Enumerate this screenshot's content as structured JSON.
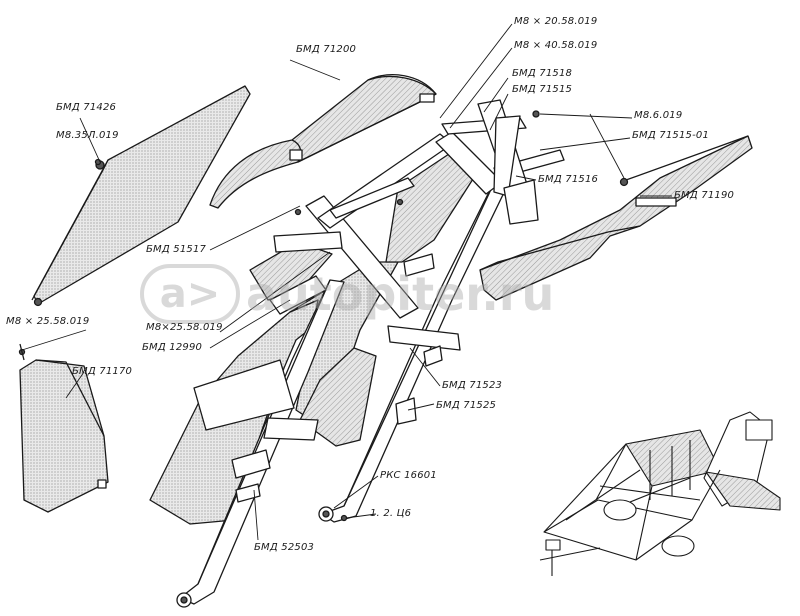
{
  "watermark": {
    "text": "autopiter.ru",
    "badge": "a>"
  },
  "labels": {
    "m8_20": "М8 × 20.58.019",
    "m8_40": "М8 × 40.58.019",
    "bmd71200": "БМД 71200",
    "bmd71518": "БМД 71518",
    "bmd71515": "БМД 71515",
    "m8_6": "М8.6.019",
    "bmd71515_01": "БМД 71515-01",
    "bmd71426": "БМД 71426",
    "m8_35l": "М8.35Л.019",
    "bmd71516": "БМД 71516",
    "bmd71190": "БМД 71190",
    "bmd51517": "БМД 51517",
    "m8_25a": "М8 × 25.58.019",
    "m8_25b": "М8×25.58.019",
    "bmd12990": "БМД 12990",
    "bmd71170": "БМД 71170",
    "bmd71523": "БМД 71523",
    "bmd71525": "БМД 71525",
    "rks16601": "РКС 16601",
    "c12": "1. 2. Ц6",
    "bmd52503": "БМД 52503"
  },
  "colors": {
    "ink": "#1a1a1a",
    "shade": "#9a9a9a",
    "fill": "#d9d9d9",
    "paper": "#ffffff"
  }
}
